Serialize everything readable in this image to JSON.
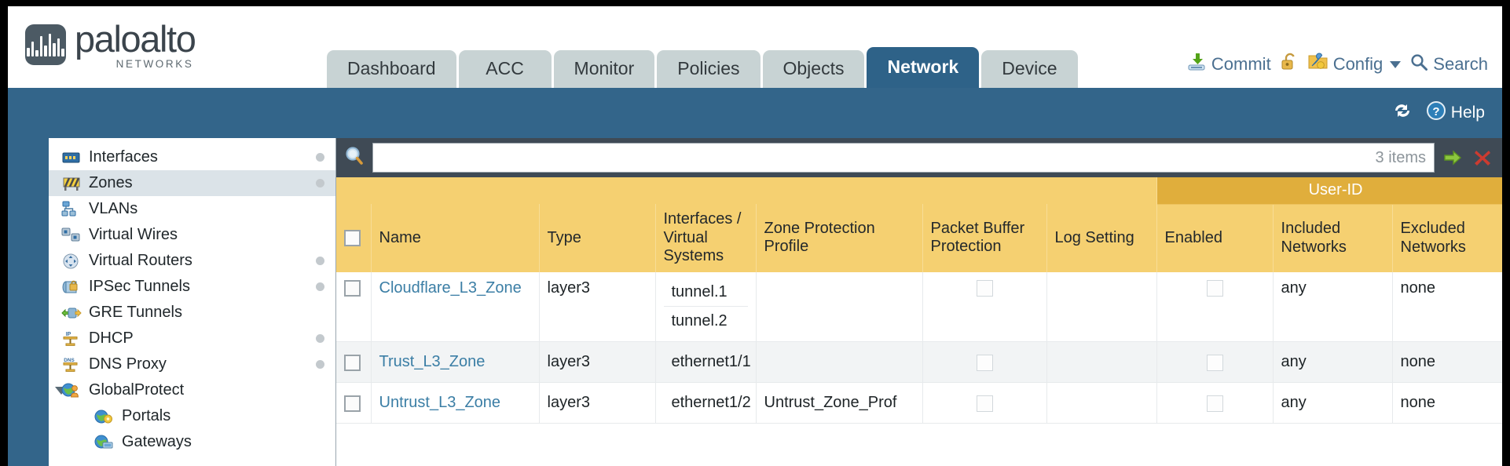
{
  "brand": {
    "name": "paloalto",
    "tagline": "NETWORKS",
    "logo_icon": "paloalto-waveform-logo"
  },
  "tabs": [
    {
      "label": "Dashboard",
      "active": false
    },
    {
      "label": "ACC",
      "active": false
    },
    {
      "label": "Monitor",
      "active": false
    },
    {
      "label": "Policies",
      "active": false
    },
    {
      "label": "Objects",
      "active": false
    },
    {
      "label": "Network",
      "active": true
    },
    {
      "label": "Device",
      "active": false
    }
  ],
  "top_actions": {
    "commit": "Commit",
    "lock_icon": "padlock-icon",
    "config": "Config",
    "search": "Search"
  },
  "banner": {
    "refresh_icon": "refresh-icon",
    "help": "Help"
  },
  "sidebar": {
    "items": [
      {
        "label": "Interfaces",
        "icon": "interfaces-icon",
        "selected": false,
        "dot": true,
        "child": false,
        "twisty": false
      },
      {
        "label": "Zones",
        "icon": "zones-barrier-icon",
        "selected": true,
        "dot": true,
        "child": false,
        "twisty": false
      },
      {
        "label": "VLANs",
        "icon": "vlans-icon",
        "selected": false,
        "dot": false,
        "child": false,
        "twisty": false
      },
      {
        "label": "Virtual Wires",
        "icon": "virtual-wires-icon",
        "selected": false,
        "dot": false,
        "child": false,
        "twisty": false
      },
      {
        "label": "Virtual Routers",
        "icon": "virtual-routers-icon",
        "selected": false,
        "dot": true,
        "child": false,
        "twisty": false
      },
      {
        "label": "IPSec Tunnels",
        "icon": "ipsec-tunnels-icon",
        "selected": false,
        "dot": true,
        "child": false,
        "twisty": false
      },
      {
        "label": "GRE Tunnels",
        "icon": "gre-tunnels-icon",
        "selected": false,
        "dot": false,
        "child": false,
        "twisty": false
      },
      {
        "label": "DHCP",
        "icon": "dhcp-icon",
        "selected": false,
        "dot": true,
        "child": false,
        "twisty": false
      },
      {
        "label": "DNS Proxy",
        "icon": "dns-proxy-icon",
        "selected": false,
        "dot": true,
        "child": false,
        "twisty": false
      },
      {
        "label": "GlobalProtect",
        "icon": "globalprotect-icon",
        "selected": false,
        "dot": false,
        "child": false,
        "twisty": true
      },
      {
        "label": "Portals",
        "icon": "portals-icon",
        "selected": false,
        "dot": false,
        "child": true,
        "twisty": false
      },
      {
        "label": "Gateways",
        "icon": "gateways-icon",
        "selected": false,
        "dot": false,
        "child": true,
        "twisty": false
      }
    ]
  },
  "search": {
    "value": "",
    "placeholder": "",
    "icon": "search-magnifier-icon",
    "items_count": "3 items",
    "apply_icon": "green-arrow-apply-icon",
    "clear_icon": "red-x-clear-icon"
  },
  "table": {
    "group_header": "User-ID",
    "columns": [
      "Name",
      "Type",
      "Interfaces / Virtual Systems",
      "Zone Protection Profile",
      "Packet Buffer Protection",
      "Log Setting",
      "Enabled",
      "Included Networks",
      "Excluded Networks"
    ],
    "rows": [
      {
        "selected": false,
        "name": "Cloudflare_L3_Zone",
        "type": "layer3",
        "interfaces": [
          "tunnel.1",
          "tunnel.2"
        ],
        "zone_protection_profile": "",
        "packet_buffer_protection": false,
        "log_setting": "",
        "userid_enabled": false,
        "included_networks": "any",
        "excluded_networks": "none"
      },
      {
        "selected": false,
        "name": "Trust_L3_Zone",
        "type": "layer3",
        "interfaces": [
          "ethernet1/1"
        ],
        "zone_protection_profile": "",
        "packet_buffer_protection": false,
        "log_setting": "",
        "userid_enabled": false,
        "included_networks": "any",
        "excluded_networks": "none"
      },
      {
        "selected": false,
        "name": "Untrust_L3_Zone",
        "type": "layer3",
        "interfaces": [
          "ethernet1/2"
        ],
        "zone_protection_profile": "Untrust_Zone_Prof",
        "packet_buffer_protection": false,
        "log_setting": "",
        "userid_enabled": false,
        "included_networks": "any",
        "excluded_networks": "none"
      }
    ]
  },
  "colors": {
    "banner_blue": "#33658a",
    "tab_active": "#2e6288",
    "tab_inactive": "#c8d3d4",
    "table_header_gold": "#f5d071",
    "group_header_gold": "#e0ae3c",
    "link_blue": "#3b7ea5",
    "panel_slate": "#3f4a55",
    "row_alt": "#f2f4f5"
  }
}
